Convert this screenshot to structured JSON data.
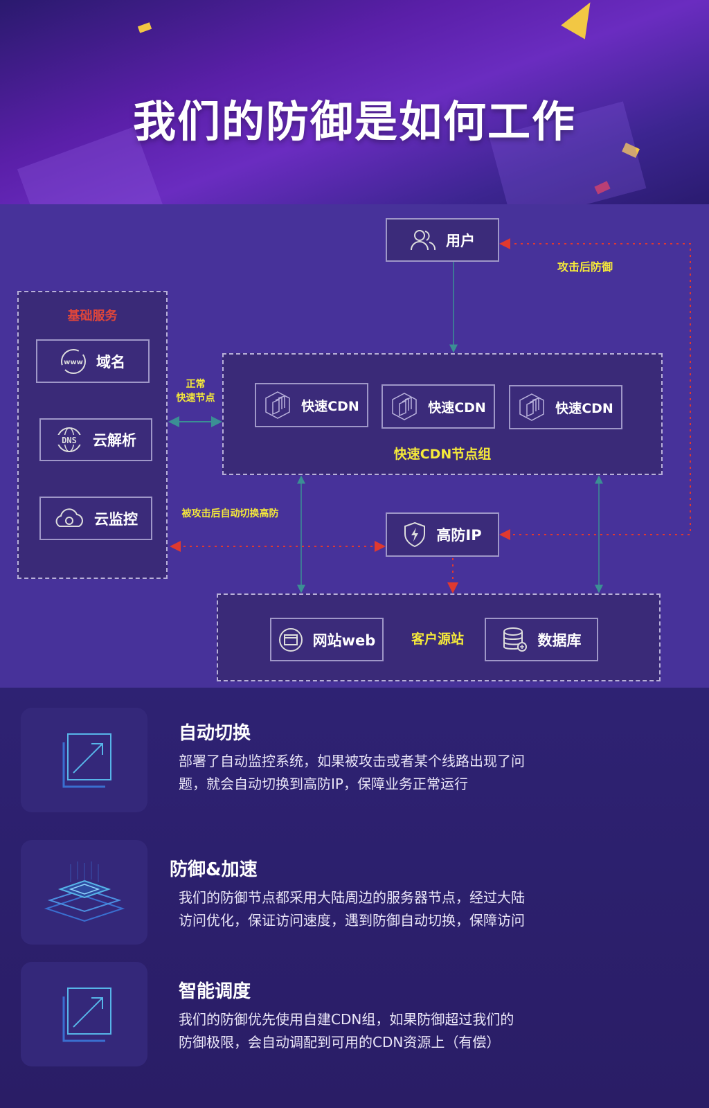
{
  "header": {
    "title": "我们的防御是如何工作"
  },
  "diagram": {
    "user": "用户",
    "after_attack_label": "攻击后防御",
    "basic_services": {
      "title": "基础服务",
      "items": [
        "域名",
        "云解析",
        "云监控"
      ]
    },
    "normal_label_line1": "正常",
    "normal_label_line2": "快速节点",
    "cdn_group": {
      "nodes": [
        "快速CDN",
        "快速CDN",
        "快速CDN"
      ],
      "label": "快速CDN节点组"
    },
    "switch_label": "被攻击后自动切换高防",
    "high_defense_ip": "高防IP",
    "origin": {
      "label": "客户源站",
      "website": "网站web",
      "database": "数据库"
    },
    "colors": {
      "teal": "#3b8f94",
      "red": "#e0392f",
      "yellow": "#f5e93a",
      "title_red": "#e0463a"
    }
  },
  "features": [
    {
      "title": "自动切换",
      "lines": [
        "部署了自动监控系统，如果被攻击或者某个线路出现了问",
        "题，就会自动切换到高防IP，保障业务正常运行"
      ]
    },
    {
      "title": "防御&加速",
      "lines": [
        "我们的防御节点都采用大陆周边的服务器节点，经过大陆",
        "访问优化，保证访问速度，遇到防御自动切换，保障访问"
      ]
    },
    {
      "title": "智能调度",
      "lines": [
        "我们的防御优先使用自建CDN组，如果防御超过我们的",
        "防御极限，会自动调配到可用的CDN资源上（有偿）"
      ]
    }
  ]
}
